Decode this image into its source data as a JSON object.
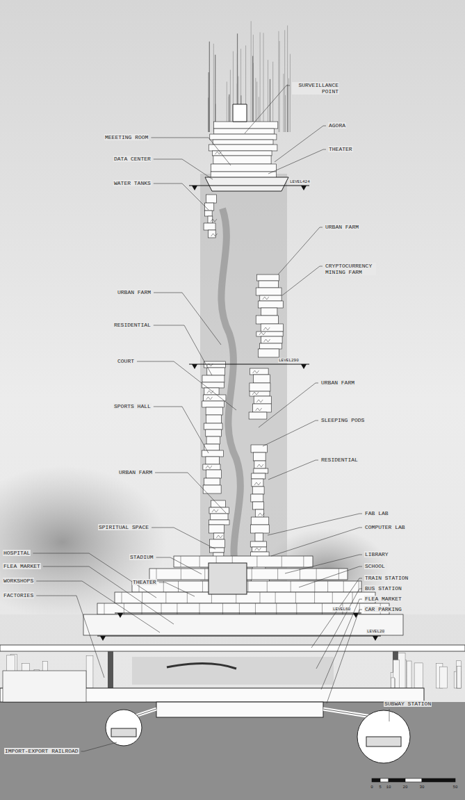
{
  "diagram": {
    "labels": [
      "SURVEILLANCE POINT",
      "MEEETING ROOM",
      "AGORA",
      "DATA CENTER",
      "THEATER",
      "WATER TANKS",
      "LEVEL424",
      "URBAN FARM",
      "CRYPTOCURRENCY MINING FARM",
      "URBAN FARM",
      "RESIDENTIAL",
      "COURT",
      "LEVEL290",
      "URBAN FARM",
      "SPORTS HALL",
      "SLEEPING PODS",
      "RESIDENTIAL",
      "URBAN FARM",
      "FAB LAB",
      "SPIRITUAL SPACE",
      "COMPUTER LAB",
      "HOSPITAL",
      "LIBRARY",
      "FLEA MARKET",
      "STADIUM",
      "SCHOOL",
      "WORKSHOPS",
      "TRAIN STATION",
      "THEATER",
      "BUS STATION",
      "FACTORIES",
      "FLEA MARKET",
      "CAR PARKING",
      "LEVEL60",
      "LEVEL20",
      "SUBWAY STATION",
      "IMPORT-EXPORT RAILROAD",
      "0",
      "5",
      "10",
      "20",
      "30",
      "50"
    ]
  }
}
